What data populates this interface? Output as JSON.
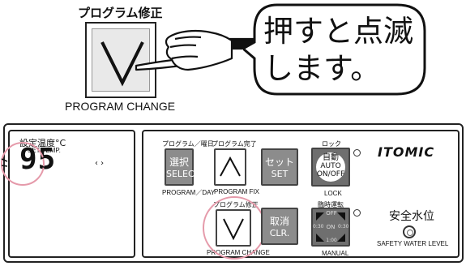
{
  "top_caption": "プログラム修正",
  "bottom_caption": "PROGRAM CHANGE",
  "bubble": {
    "line1": "押すと点滅",
    "line2": "します。"
  },
  "display": {
    "label": "設定温度°C",
    "sublabel": "SET TEMP.",
    "value": "95",
    "nav": "‹ ›"
  },
  "buttons": {
    "program_day": {
      "top": "プログラム／曜日",
      "jp": "選択",
      "en": "SELECT",
      "bottom": "PROGRAM／DAY"
    },
    "program_fix": {
      "top": "プログラム完了",
      "bottom": "PROGRAM FIX"
    },
    "set": {
      "jp": "セット",
      "en": "SET"
    },
    "lock": {
      "top": "ロック",
      "jp": "自動",
      "en1": "AUTO",
      "en2": "ON/OFF",
      "bottom": "LOCK"
    },
    "program_change": {
      "top": "プログラム修正",
      "bottom": "PROGRAM CHANGE"
    },
    "clear": {
      "jp": "取消",
      "en": "CLR."
    },
    "manual": {
      "top": "臨時運転",
      "off": "OFF",
      "on": "ON",
      "t1": "0:30",
      "t2": "0:30",
      "t3": "1:00",
      "bottom": "MANUAL"
    }
  },
  "brand": "ITOMIC",
  "safety": {
    "jp": "安全水位",
    "en": "SAFETY WATER LEVEL"
  }
}
